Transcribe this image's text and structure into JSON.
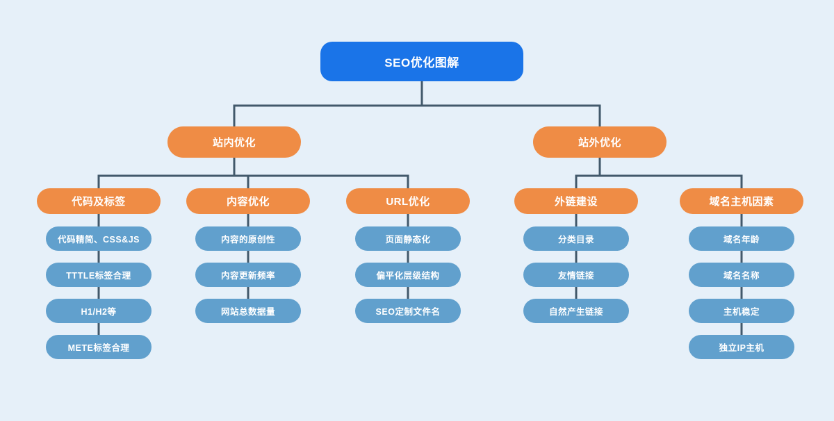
{
  "palette": {
    "background": "#e6f0f9",
    "root_node": "#1a74e8",
    "branch_node": "#ef8c45",
    "leaf_node": "#61a0cd",
    "connector": "#42596b",
    "node_text": "#ffffff"
  },
  "tree": {
    "root": {
      "label": "SEO优化图解"
    },
    "branches": [
      {
        "label": "站内优化",
        "groups": [
          {
            "label": "代码及标签",
            "items": [
              "代码精简、CSS&JS",
              "TTTLE标签合理",
              "H1/H2等",
              "METE标签合理"
            ]
          },
          {
            "label": "内容优化",
            "items": [
              "内容的原创性",
              "内容更新频率",
              "网站总数据量"
            ]
          },
          {
            "label": "URL优化",
            "items": [
              "页面静态化",
              "偏平化层级结构",
              "SEO定制文件名"
            ]
          }
        ]
      },
      {
        "label": "站外优化",
        "groups": [
          {
            "label": "外链建设",
            "items": [
              "分类目录",
              "友情链接",
              "自然产生链接"
            ]
          },
          {
            "label": "域名主机因素",
            "items": [
              "域名年龄",
              "域名名称",
              "主机稳定",
              "独立IP主机"
            ]
          }
        ]
      }
    ]
  }
}
